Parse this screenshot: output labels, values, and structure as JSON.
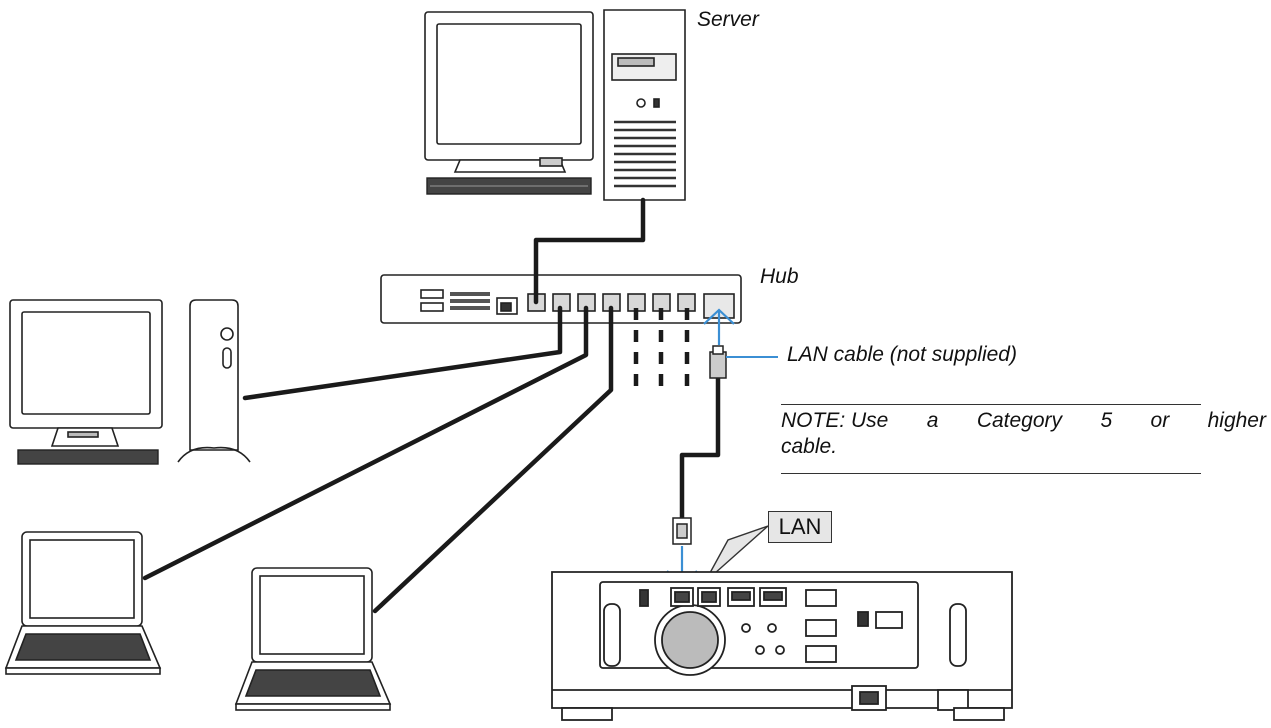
{
  "labels": {
    "server": "Server",
    "hub": "Hub",
    "lan_cable": "LAN cable (not supplied)",
    "lan_port": "LAN"
  },
  "note": {
    "words": [
      "NOTE: Use",
      "a",
      "Category",
      "5",
      "or",
      "higher"
    ],
    "line2": "cable."
  },
  "colors": {
    "line": "#222222",
    "cable": "#1a1a1a",
    "arrow": "#3b8fd4",
    "port_fill": "#d8d8d8",
    "device_fill": "#ffffff"
  }
}
